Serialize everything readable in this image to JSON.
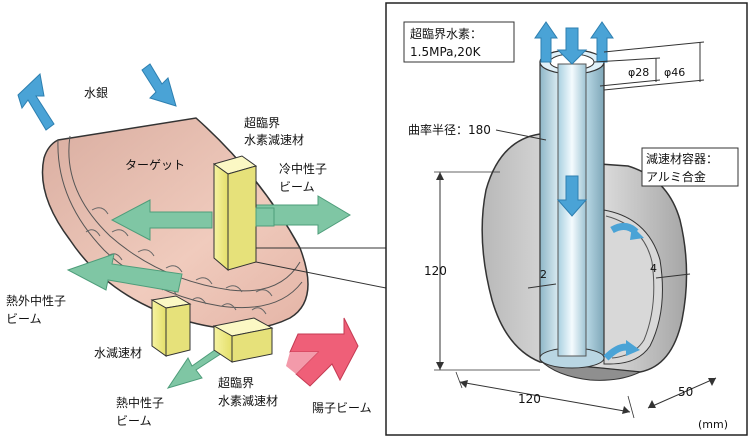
{
  "left": {
    "mercury": "水銀",
    "target": "ターゲット",
    "sc_moderator_top": [
      "超臨界",
      "水素減速材"
    ],
    "cold_beam": [
      "冷中性子",
      "ビーム"
    ],
    "epithermal_beam": [
      "熱外中性子",
      "ビーム"
    ],
    "water_moderator": "水減速材",
    "thermal_beam": [
      "熱中性子",
      "ビーム"
    ],
    "sc_moderator_bottom": [
      "超臨界",
      "水素減速材"
    ],
    "proton_beam": "陽子ビーム"
  },
  "right": {
    "hydrogen_box": [
      "超臨界水素：",
      "1.5MPa,20K"
    ],
    "radius": "曲率半径：180",
    "container": [
      "減速材容器：",
      "アルミ合金"
    ],
    "dim_d28": "φ28",
    "dim_d46": "φ46",
    "dim_120_v": "120",
    "dim_2": "2",
    "dim_4": "4",
    "dim_120_h": "120",
    "dim_50": "50",
    "unit": "(mm)"
  },
  "colors": {
    "blue_arrow": "#4aa3d6",
    "green_arrow": "#7fc6a4",
    "yellow_block": "#f2ef8a",
    "target_pink": "#e6beb0",
    "proton_arrow": "#ef5f78",
    "gray_vessel": "#9a9a9a",
    "pipe_blue": "#cfe8f4"
  }
}
